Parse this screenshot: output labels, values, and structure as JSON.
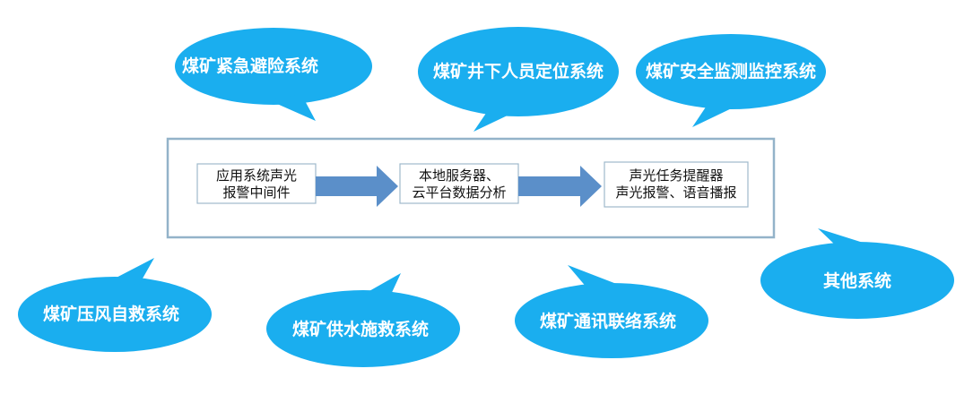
{
  "colors": {
    "bubble_fill": "#1aaeef",
    "bubble_text": "#ffffff",
    "frame_stroke": "#93b3c9",
    "box_stroke": "#9fb9cc",
    "arrow_fill": "#5b8fc9"
  },
  "bubbles": {
    "emergency_refuge": "煤矿紧急避险系统",
    "personnel_positioning": "煤矿井下人员定位系统",
    "safety_monitoring": "煤矿安全监测监控系统",
    "compressed_air_rescue": "煤矿压风自救系统",
    "water_supply_rescue": "煤矿供水施救系统",
    "communication_contact": "煤矿通讯联络系统",
    "other_systems": "其他系统"
  },
  "flow": {
    "box1": [
      "应用系统声光",
      "报警中间件"
    ],
    "box2": [
      "本地服务器、",
      "云平台数据分析"
    ],
    "box3": [
      "声光任务提醒器",
      "声光报警、语音播报"
    ]
  }
}
